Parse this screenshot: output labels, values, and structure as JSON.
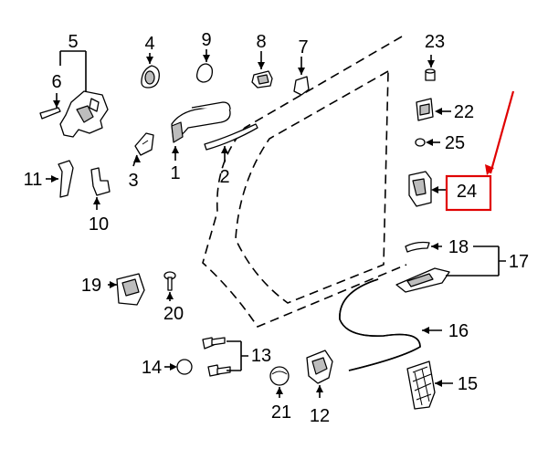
{
  "callouts": [
    {
      "id": "1",
      "label": "1"
    },
    {
      "id": "2",
      "label": "2"
    },
    {
      "id": "3",
      "label": "3"
    },
    {
      "id": "4",
      "label": "4"
    },
    {
      "id": "5",
      "label": "5"
    },
    {
      "id": "6",
      "label": "6"
    },
    {
      "id": "7",
      "label": "7"
    },
    {
      "id": "8",
      "label": "8"
    },
    {
      "id": "9",
      "label": "9"
    },
    {
      "id": "10",
      "label": "10"
    },
    {
      "id": "11",
      "label": "11"
    },
    {
      "id": "12",
      "label": "12"
    },
    {
      "id": "13",
      "label": "13"
    },
    {
      "id": "14",
      "label": "14"
    },
    {
      "id": "15",
      "label": "15"
    },
    {
      "id": "16",
      "label": "16"
    },
    {
      "id": "17",
      "label": "17"
    },
    {
      "id": "18",
      "label": "18"
    },
    {
      "id": "19",
      "label": "19"
    },
    {
      "id": "20",
      "label": "20"
    },
    {
      "id": "21",
      "label": "21"
    },
    {
      "id": "22",
      "label": "22"
    },
    {
      "id": "23",
      "label": "23"
    },
    {
      "id": "24",
      "label": "24"
    },
    {
      "id": "25",
      "label": "25"
    }
  ],
  "highlight": {
    "label": "24",
    "color": "#e00000"
  },
  "colors": {
    "line": "#000000",
    "part_fill": "#ffffff",
    "part_shade": "#bdbdbd"
  }
}
